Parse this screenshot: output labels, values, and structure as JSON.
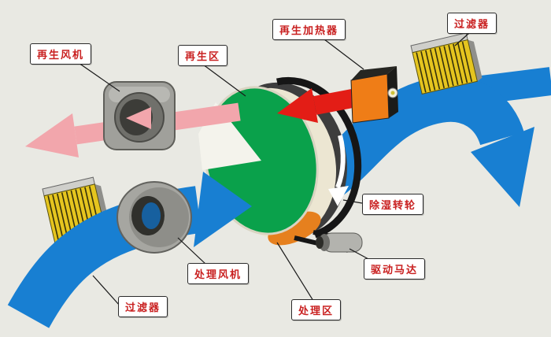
{
  "diagram": {
    "labels": {
      "regen_fan": "再生风机",
      "regen_zone": "再生区",
      "regen_heater": "再生加热器",
      "filter_top": "过滤器",
      "wheel": "除湿转轮",
      "motor": "驱动马达",
      "process_zone": "处理区",
      "process_fan": "处理风机",
      "filter_bottom": "过滤器"
    },
    "colors": {
      "background": "#e9e9e3",
      "process_air": "#187fd2",
      "regen_exhaust_air": "#f2a6ac",
      "hot_air": "#e31d16",
      "wheel_face": "#0aa14b",
      "wheel_side": "#ece6d2",
      "wheel_rim": "#3d3d3d",
      "wheel_wet_segment": "#e6801e",
      "heater_face": "#ef7d17",
      "filter": "#e5c51f",
      "fan_body": "#a0a09b",
      "label_text": "#c92020"
    }
  }
}
